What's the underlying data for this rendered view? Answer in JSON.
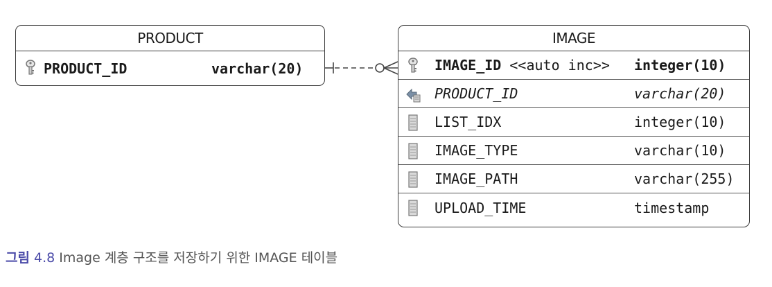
{
  "product_table": {
    "title": "PRODUCT",
    "columns": [
      {
        "icon": "primary-key-icon",
        "name": "PRODUCT_ID",
        "type": "varchar(20)",
        "style": "bold"
      }
    ]
  },
  "image_table": {
    "title": "IMAGE",
    "columns": [
      {
        "icon": "primary-key-icon",
        "name": "IMAGE_ID",
        "name_extra": " <<auto inc>>",
        "type": "integer(10)",
        "style": "bold"
      },
      {
        "icon": "foreign-key-icon",
        "name": "PRODUCT_ID",
        "type": "varchar(20)",
        "style": "italic"
      },
      {
        "icon": "column-icon",
        "name": "LIST_IDX",
        "type": "integer(10)",
        "style": "normal"
      },
      {
        "icon": "column-icon",
        "name": "IMAGE_TYPE",
        "type": "varchar(10)",
        "style": "normal"
      },
      {
        "icon": "column-icon",
        "name": "IMAGE_PATH",
        "type": "varchar(255)",
        "style": "normal"
      },
      {
        "icon": "column-icon",
        "name": "UPLOAD_TIME",
        "type": "timestamp",
        "style": "normal"
      }
    ]
  },
  "relationship": {
    "from": "PRODUCT",
    "to": "IMAGE",
    "cardinality": "one-to-zero-or-many"
  },
  "caption": {
    "label": "그림",
    "number": "4.8",
    "text": "Image 계층 구조를 저장하기 위한 IMAGE 테이블"
  },
  "colors": {
    "caption_accent": "#4a4aa8",
    "border": "#3a3a3a"
  }
}
